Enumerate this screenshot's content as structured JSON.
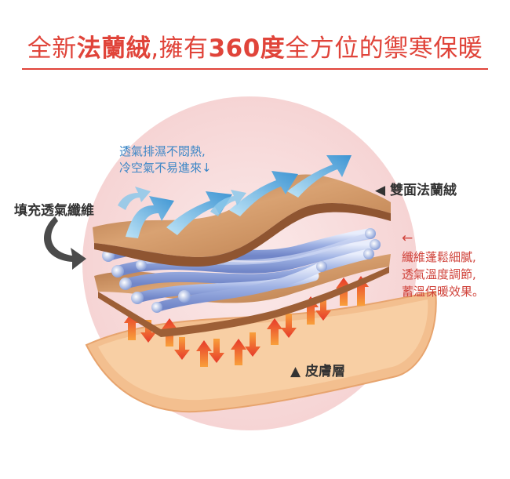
{
  "headline": {
    "part1": "全新",
    "part2": "法蘭絨",
    "part3": ",擁有",
    "part4": "360度",
    "part5": "全方位的禦寒保暖"
  },
  "labels": {
    "breathable_line1": "透氣排濕不悶熱,",
    "breathable_line2": "冷空氣不易進來↓",
    "filling": "填充透氣纖維",
    "double_flannel": "◀ 雙面法蘭絨",
    "fiber_arrow": "←",
    "fiber_line1": "纖維蓬鬆細膩,",
    "fiber_line2": "透氣溫度調節,",
    "fiber_line3": "蓄溫保暖效果。",
    "skin": "▲ 皮膚層"
  },
  "colors": {
    "accent": "#e0443a",
    "breath_blue": "#3b86c6",
    "fabric_brown": "#c3885a",
    "skin": "#f3bf8f",
    "circle": "#f7dede"
  }
}
